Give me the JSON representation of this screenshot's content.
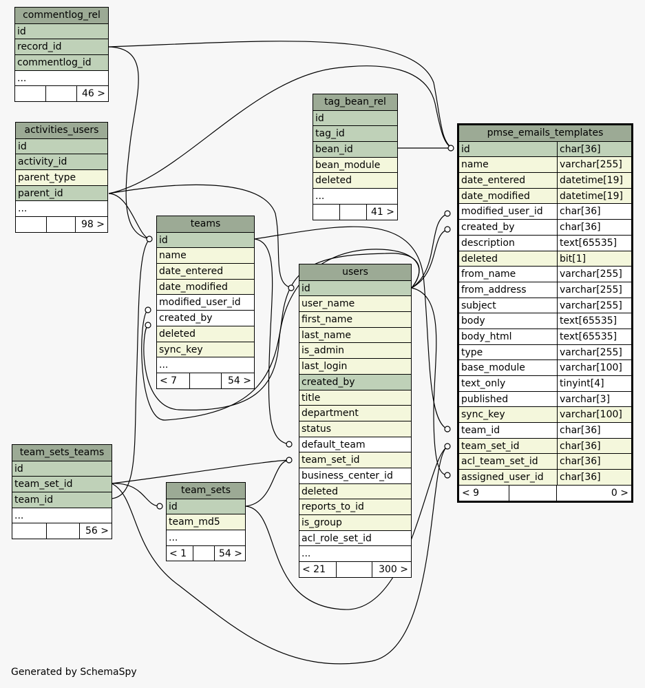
{
  "footer": "Generated by SchemaSpy",
  "tables": {
    "commentlog_rel": {
      "title": "commentlog_rel",
      "rows": [
        {
          "name": "id",
          "kind": "pk"
        },
        {
          "name": "record_id",
          "kind": "pk"
        },
        {
          "name": "commentlog_id",
          "kind": "pk"
        },
        {
          "name": "...",
          "kind": "plain"
        }
      ],
      "footer": [
        "",
        "",
        "46 >"
      ]
    },
    "activities_users": {
      "title": "activities_users",
      "rows": [
        {
          "name": "id",
          "kind": "pk"
        },
        {
          "name": "activity_id",
          "kind": "pk"
        },
        {
          "name": "parent_type",
          "kind": "idx"
        },
        {
          "name": "parent_id",
          "kind": "pk"
        },
        {
          "name": "...",
          "kind": "plain"
        }
      ],
      "footer": [
        "",
        "",
        "98 >"
      ]
    },
    "tag_bean_rel": {
      "title": "tag_bean_rel",
      "rows": [
        {
          "name": "id",
          "kind": "pk"
        },
        {
          "name": "tag_id",
          "kind": "pk"
        },
        {
          "name": "bean_id",
          "kind": "pk"
        },
        {
          "name": "bean_module",
          "kind": "idx"
        },
        {
          "name": "deleted",
          "kind": "idx"
        },
        {
          "name": "...",
          "kind": "plain"
        }
      ],
      "footer": [
        "",
        "",
        "41 >"
      ]
    },
    "teams": {
      "title": "teams",
      "rows": [
        {
          "name": "id",
          "kind": "pk"
        },
        {
          "name": "name",
          "kind": "idx"
        },
        {
          "name": "date_entered",
          "kind": "idx"
        },
        {
          "name": "date_modified",
          "kind": "idx"
        },
        {
          "name": "modified_user_id",
          "kind": "plain"
        },
        {
          "name": "created_by",
          "kind": "plain"
        },
        {
          "name": "deleted",
          "kind": "idx"
        },
        {
          "name": "sync_key",
          "kind": "idx"
        },
        {
          "name": "...",
          "kind": "plain"
        }
      ],
      "footer": [
        "< 7",
        "",
        "54 >"
      ]
    },
    "users": {
      "title": "users",
      "rows": [
        {
          "name": "id",
          "kind": "pk"
        },
        {
          "name": "user_name",
          "kind": "idx"
        },
        {
          "name": "first_name",
          "kind": "idx"
        },
        {
          "name": "last_name",
          "kind": "idx"
        },
        {
          "name": "is_admin",
          "kind": "idx"
        },
        {
          "name": "last_login",
          "kind": "idx"
        },
        {
          "name": "created_by",
          "kind": "pk"
        },
        {
          "name": "title",
          "kind": "idx"
        },
        {
          "name": "department",
          "kind": "idx"
        },
        {
          "name": "status",
          "kind": "idx"
        },
        {
          "name": "default_team",
          "kind": "plain"
        },
        {
          "name": "team_set_id",
          "kind": "idx"
        },
        {
          "name": "business_center_id",
          "kind": "plain"
        },
        {
          "name": "deleted",
          "kind": "idx"
        },
        {
          "name": "reports_to_id",
          "kind": "idx"
        },
        {
          "name": "is_group",
          "kind": "idx"
        },
        {
          "name": "acl_role_set_id",
          "kind": "plain"
        },
        {
          "name": "...",
          "kind": "plain"
        }
      ],
      "footer": [
        "< 21",
        "",
        "300 >"
      ]
    },
    "team_sets_teams": {
      "title": "team_sets_teams",
      "rows": [
        {
          "name": "id",
          "kind": "pk"
        },
        {
          "name": "team_set_id",
          "kind": "pk"
        },
        {
          "name": "team_id",
          "kind": "pk"
        },
        {
          "name": "...",
          "kind": "plain"
        }
      ],
      "footer": [
        "",
        "",
        "56 >"
      ]
    },
    "team_sets": {
      "title": "team_sets",
      "rows": [
        {
          "name": "id",
          "kind": "pk"
        },
        {
          "name": "team_md5",
          "kind": "idx"
        },
        {
          "name": "...",
          "kind": "plain"
        }
      ],
      "footer": [
        "< 1",
        "",
        "54 >"
      ]
    },
    "pmse_emails_templates": {
      "title": "pmse_emails_templates",
      "rows": [
        {
          "name": "id",
          "type": "char[36]",
          "kind": "pk"
        },
        {
          "name": "name",
          "type": "varchar[255]",
          "kind": "idx"
        },
        {
          "name": "date_entered",
          "type": "datetime[19]",
          "kind": "idx"
        },
        {
          "name": "date_modified",
          "type": "datetime[19]",
          "kind": "idx"
        },
        {
          "name": "modified_user_id",
          "type": "char[36]",
          "kind": "plain"
        },
        {
          "name": "created_by",
          "type": "char[36]",
          "kind": "plain"
        },
        {
          "name": "description",
          "type": "text[65535]",
          "kind": "plain"
        },
        {
          "name": "deleted",
          "type": "bit[1]",
          "kind": "idx"
        },
        {
          "name": "from_name",
          "type": "varchar[255]",
          "kind": "plain"
        },
        {
          "name": "from_address",
          "type": "varchar[255]",
          "kind": "plain"
        },
        {
          "name": "subject",
          "type": "varchar[255]",
          "kind": "plain"
        },
        {
          "name": "body",
          "type": "text[65535]",
          "kind": "plain"
        },
        {
          "name": "body_html",
          "type": "text[65535]",
          "kind": "plain"
        },
        {
          "name": "type",
          "type": "varchar[255]",
          "kind": "plain"
        },
        {
          "name": "base_module",
          "type": "varchar[100]",
          "kind": "plain"
        },
        {
          "name": "text_only",
          "type": "tinyint[4]",
          "kind": "plain"
        },
        {
          "name": "published",
          "type": "varchar[3]",
          "kind": "plain"
        },
        {
          "name": "sync_key",
          "type": "varchar[100]",
          "kind": "idx"
        },
        {
          "name": "team_id",
          "type": "char[36]",
          "kind": "plain"
        },
        {
          "name": "team_set_id",
          "type": "char[36]",
          "kind": "idx"
        },
        {
          "name": "acl_team_set_id",
          "type": "char[36]",
          "kind": "idx"
        },
        {
          "name": "assigned_user_id",
          "type": "char[36]",
          "kind": "idx"
        }
      ],
      "footer": [
        "< 9",
        "",
        "0 >"
      ]
    }
  }
}
